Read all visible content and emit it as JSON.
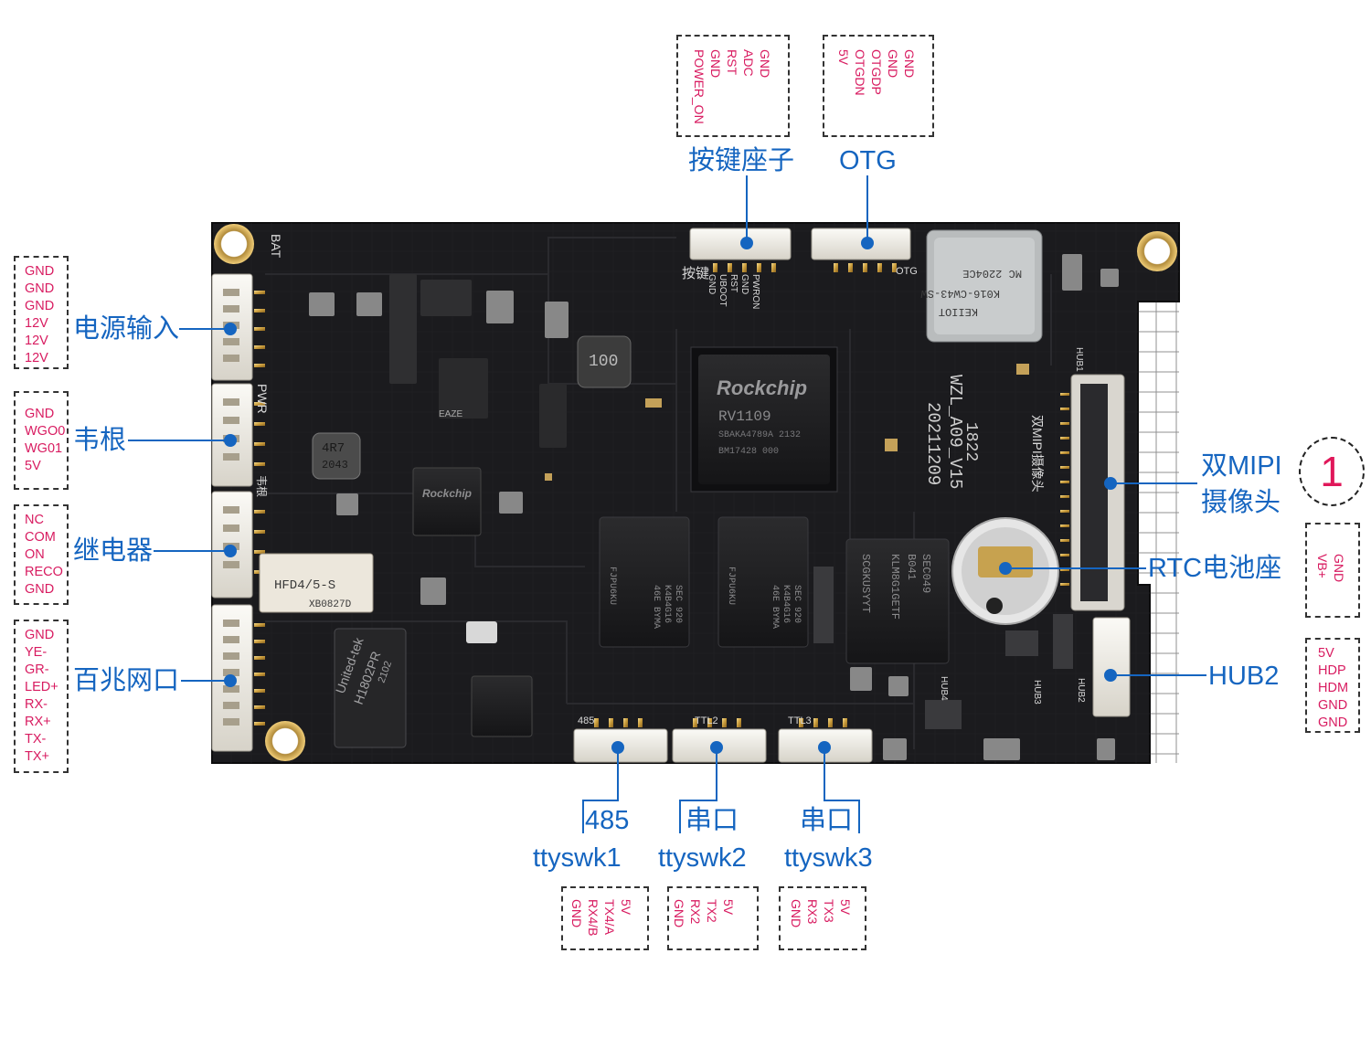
{
  "pinboxes": {
    "key_header": {
      "label": "按键座子",
      "pins": [
        "GND",
        "ADC",
        "RST",
        "GND",
        "POWER_ON"
      ]
    },
    "otg": {
      "label": "OTG",
      "pins": [
        "GND",
        "GND",
        "OTGDP",
        "OTGDN",
        "5V"
      ]
    },
    "power_in": {
      "label": "电源输入",
      "pins": [
        "GND",
        "GND",
        "GND",
        "12V",
        "12V",
        "12V"
      ]
    },
    "wiegand": {
      "label": "韦根",
      "pins": [
        "GND",
        "WGO0",
        "WG01",
        "5V"
      ]
    },
    "relay": {
      "label": "继电器",
      "pins": [
        "NC",
        "COM",
        "ON",
        "RECO",
        "GND"
      ]
    },
    "ethernet": {
      "label": "百兆网口",
      "pins": [
        "GND",
        "YE-",
        "GR-",
        "LED+",
        "RX-",
        "RX+",
        "TX-",
        "TX+"
      ]
    },
    "rtc": {
      "label": "RTC电池座",
      "pins": [
        "GND",
        "VB+"
      ]
    },
    "hub2": {
      "label": "HUB2",
      "pins": [
        "5V",
        "HDP",
        "HDM",
        "GND",
        "GND"
      ]
    },
    "port485": {
      "label_top": "485",
      "label_bottom": "ttyswk1",
      "pins": [
        "5V",
        "TX4/A",
        "RX4/B",
        "GND"
      ]
    },
    "ttl2": {
      "label_top": "串口",
      "label_bottom": "ttyswk2",
      "pins": [
        "5V",
        "TX2",
        "RX2",
        "GND"
      ]
    },
    "ttl3": {
      "label_top": "串口",
      "label_bottom": "ttyswk3",
      "pins": [
        "5V",
        "TX3",
        "RX3",
        "GND"
      ]
    }
  },
  "mipi_label": [
    "双MIPI",
    "摄像头"
  ],
  "badge": "1",
  "silkscreen": {
    "bat": "BAT",
    "pwr": "PWR",
    "anjian": "按键",
    "anjian_pins": [
      "GND",
      "UBOOT",
      "RST",
      "GND",
      "PWRON"
    ],
    "otg": "OTG",
    "hub1": "HUB1",
    "hub2": "HUB2",
    "hub3": "HUB3",
    "hub4": "HUB4",
    "p485": "485",
    "ttl2": "TTL2",
    "ttl3": "TTL3",
    "weigen": "韦根",
    "board_id": "WZL_A09_V15",
    "board_date": "20211209",
    "mipi_silk": "双MIPI摄像头",
    "soc_brand": "Rockchip",
    "soc_model": "RV1109",
    "soc_line1": "SBAKA4789A 2132",
    "soc_line2": "BM17428 000",
    "pmic_brand": "Rockchip",
    "inductor": "4R7",
    "inductor_code": "2043",
    "inductor2": "100",
    "relay_model": "HFD4/5-S",
    "relay_code": "XB0827D",
    "lan_brand": "United-tek",
    "lan_model": "H1802PR",
    "lan_code": "2102",
    "emmc_line1": "SEC049",
    "emmc_line2": "B041",
    "emmc_line3": "KLM8G1GETF",
    "emmc_line4": "SCGKUSYYT",
    "ram_a": [
      "SEC 920",
      "K4B4G16",
      "46E BYMA"
    ],
    "ram_b": [
      "SEC 920",
      "K4B4G16",
      "46E BYMA"
    ],
    "ram_code": "FJPU6KU",
    "wifi_brand": "KEIIOT",
    "wifi_model": "K016-CW43-SW",
    "wifi_code": "MC 2204CE",
    "eaze": "EAZE",
    "date_code": "1822"
  }
}
